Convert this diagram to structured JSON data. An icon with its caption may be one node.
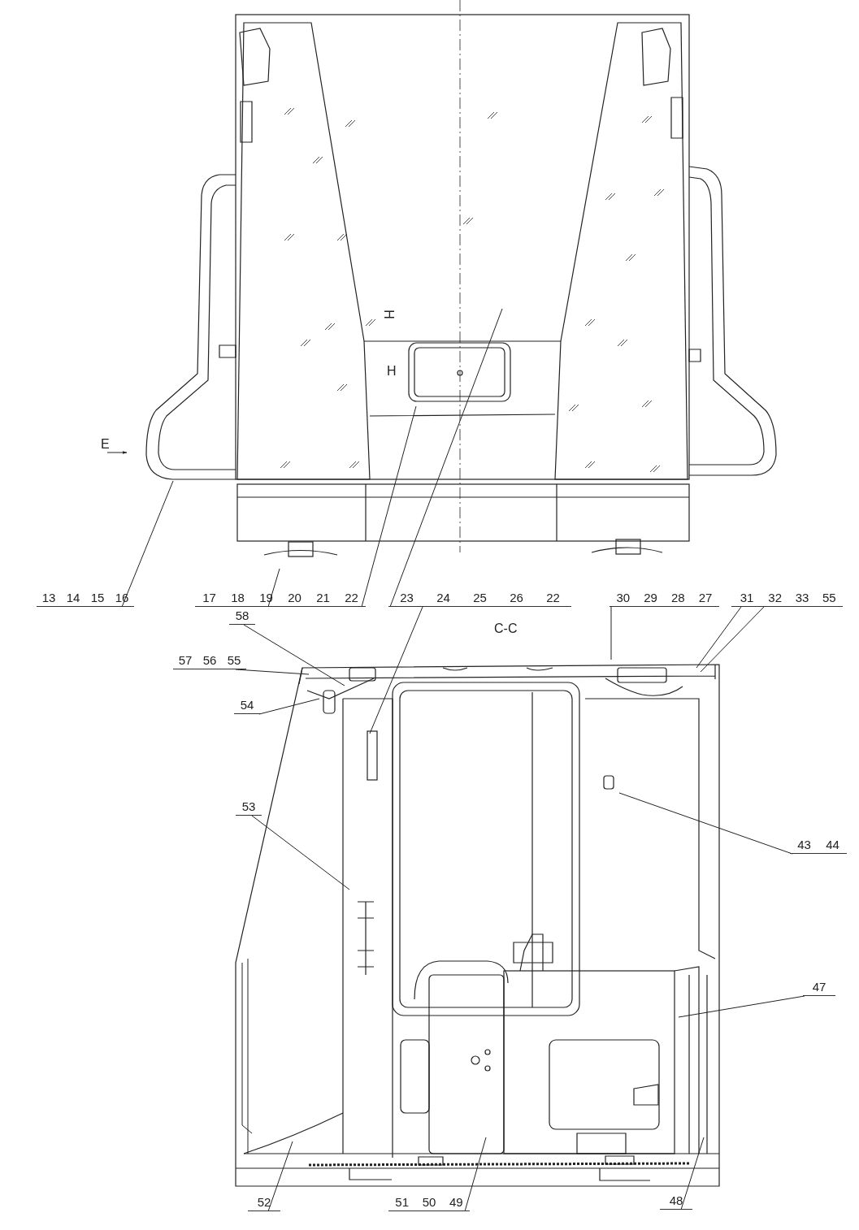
{
  "diagram": {
    "nodes": [
      {
        "text": [
          "13",
          "14",
          "15",
          "16"
        ]
      },
      {
        "text": [
          "17",
          "18",
          "19",
          "20",
          "21",
          "22"
        ]
      },
      {
        "text": [
          "23",
          "24",
          "25",
          "26",
          "22"
        ]
      },
      {
        "text": [
          "30",
          "29",
          "28",
          "27"
        ]
      },
      {
        "text": [
          "31"
        ]
      },
      {
        "text": [
          "32",
          "33",
          "55"
        ]
      },
      {
        "text": [
          "58"
        ]
      },
      {
        "text": [
          "57",
          "56",
          "55"
        ]
      },
      {
        "text": [
          "54"
        ]
      },
      {
        "text": [
          "53"
        ]
      },
      {
        "text": [
          "43",
          "44"
        ]
      },
      {
        "text": [
          "47"
        ]
      },
      {
        "text": [
          "52"
        ]
      },
      {
        "text": [
          "51",
          "50",
          "49"
        ]
      },
      {
        "text": [
          "48"
        ]
      }
    ],
    "edges": [
      {
        "from": 0,
        "to": null,
        "arrow": "none"
      },
      {
        "from": 1,
        "to": null,
        "arrow": "none"
      },
      {
        "from": 1,
        "to": null,
        "arrow": "none"
      },
      {
        "from": 2,
        "to": null,
        "arrow": "none"
      },
      {
        "from": 2,
        "to": null,
        "arrow": "none"
      },
      {
        "from": 3,
        "to": null,
        "arrow": "none"
      },
      {
        "from": 4,
        "to": null,
        "arrow": "none"
      },
      {
        "from": 5,
        "to": null,
        "arrow": "none"
      },
      {
        "from": 6,
        "to": null,
        "arrow": "none"
      },
      {
        "from": 7,
        "to": null,
        "arrow": "none"
      },
      {
        "from": 8,
        "to": null,
        "arrow": "none"
      },
      {
        "from": 9,
        "to": null,
        "arrow": "none"
      },
      {
        "from": 10,
        "to": null,
        "arrow": "none"
      },
      {
        "from": 11,
        "to": null,
        "arrow": "none"
      },
      {
        "from": 12,
        "to": null,
        "arrow": "none"
      },
      {
        "from": 13,
        "to": null,
        "arrow": "none"
      },
      {
        "from": 14,
        "to": null,
        "arrow": "none"
      }
    ],
    "labels": [
      "E",
      "H",
      "H",
      "C-C"
    ]
  }
}
